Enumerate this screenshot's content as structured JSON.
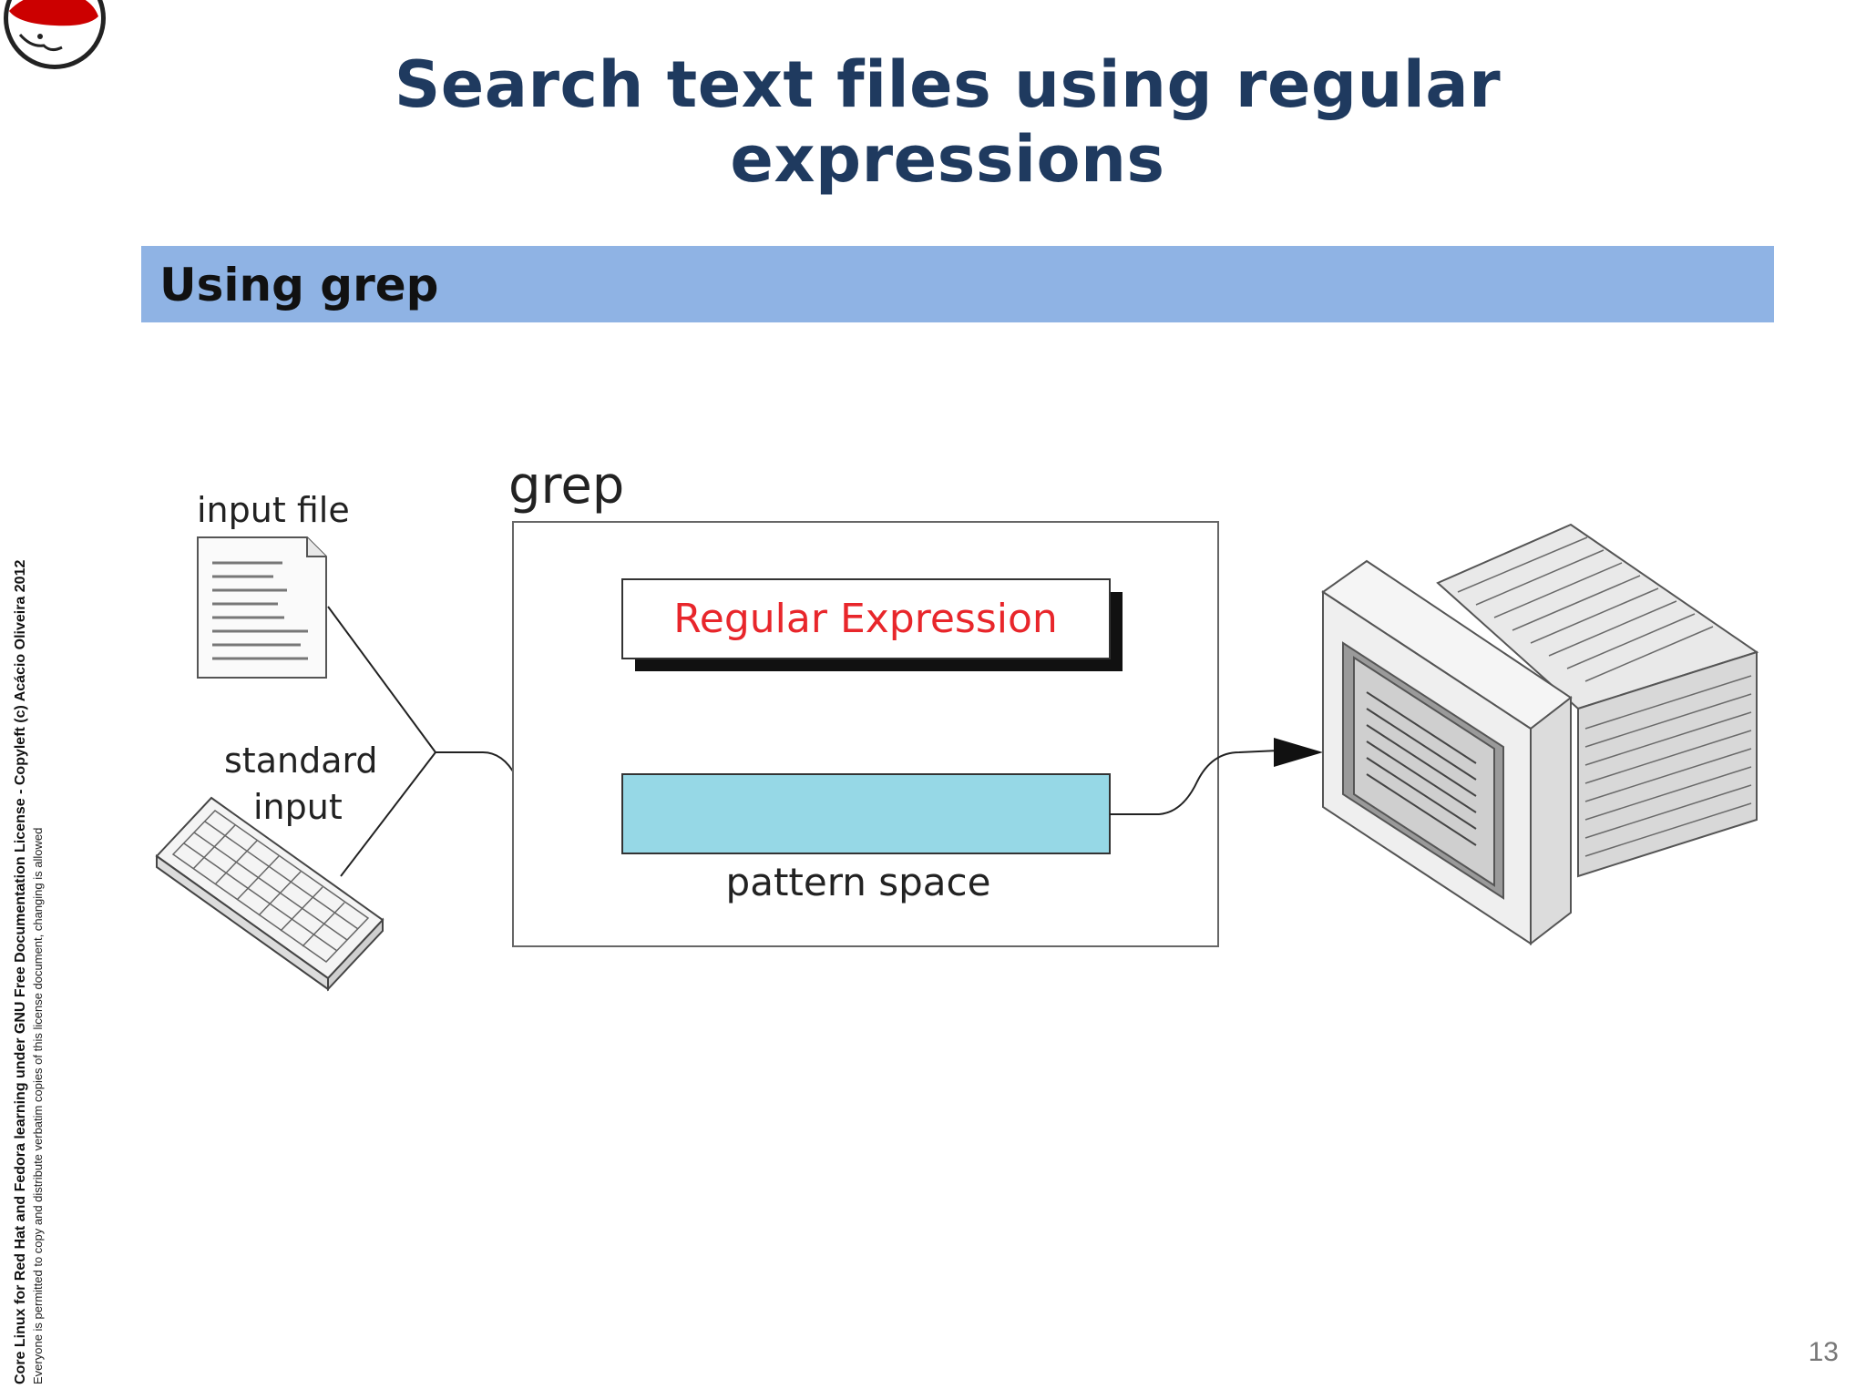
{
  "slide": {
    "title": "Search text files using regular expressions",
    "section_heading": "Using grep",
    "page_number": "13"
  },
  "footer": {
    "line1": "Core Linux for Red Hat and Fedora learning under GNU Free Documentation License  - Copyleft (c) Acácio Oliveira 2012",
    "line2": "Everyone is permitted to copy and distribute verbatim copies of this license document, changing is allowed"
  },
  "diagram": {
    "input_file_label": "input file",
    "standard_input_label_1": "standard",
    "standard_input_label_2": "input",
    "grep_label": "grep",
    "regex_label": "Regular Expression",
    "pattern_space_label": "pattern space"
  },
  "colors": {
    "title": "#1f3a5f",
    "section_bar": "#8fb3e4",
    "regex_text": "#e8262b",
    "pattern_space_fill": "#96d8e6",
    "logo_red": "#cc0000"
  },
  "icons": [
    "redhat-logo-icon",
    "document-icon",
    "keyboard-icon",
    "monitor-icon"
  ]
}
